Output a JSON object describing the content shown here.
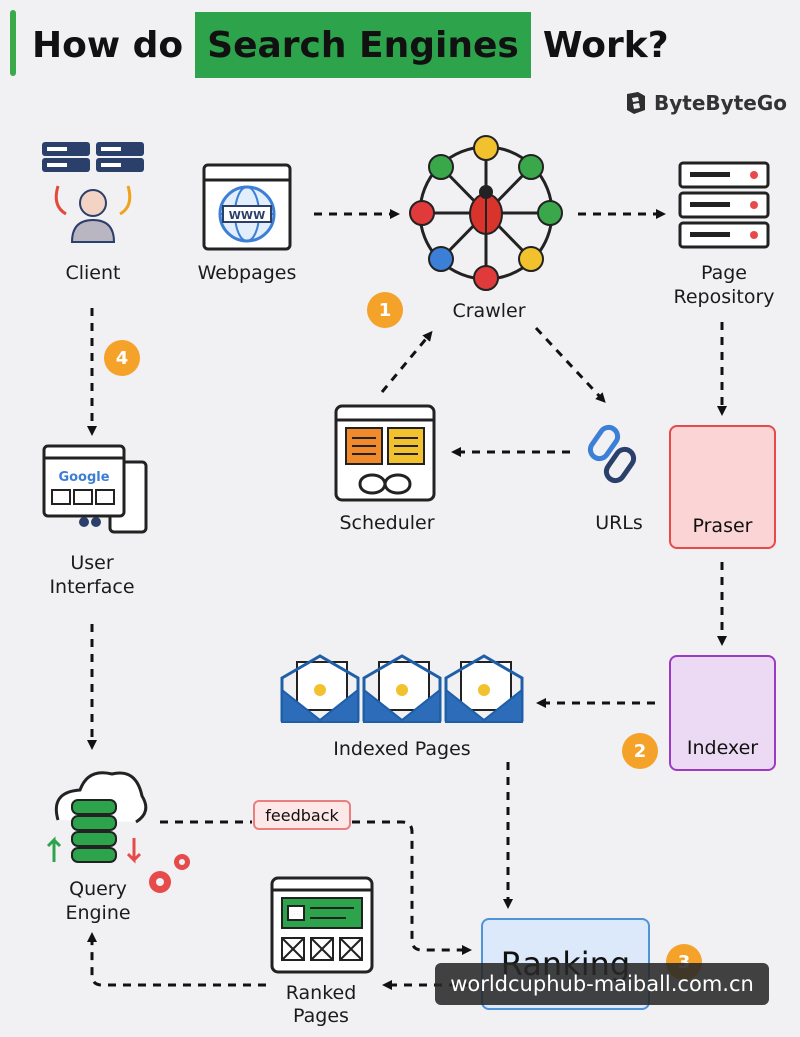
{
  "title": {
    "prefix": "How do",
    "highlight": "Search Engines",
    "suffix": "Work?"
  },
  "brand": {
    "name": "ByteByteGo"
  },
  "nodes": {
    "client": "Client",
    "webpages": "Webpages",
    "crawler": "Crawler",
    "page_repository_line1": "Page",
    "page_repository_line2": "Repository",
    "scheduler": "Scheduler",
    "urls": "URLs",
    "praser": "Praser",
    "user_interface_line1": "User",
    "user_interface_line2": "Interface",
    "indexed_pages": "Indexed Pages",
    "indexer": "Indexer",
    "query_engine_line1": "Query",
    "query_engine_line2": "Engine",
    "ranked_pages_line1": "Ranked",
    "ranked_pages_line2": "Pages",
    "ranking": "Ranking"
  },
  "icon_text": {
    "www": "WWW",
    "google": "Google"
  },
  "edge_labels": {
    "feedback": "feedback"
  },
  "steps": [
    "1",
    "2",
    "3",
    "4"
  ],
  "watermark": "worldcuphub-maiball.com.cn",
  "colors": {
    "highlight_green": "#2da34c",
    "badge_orange": "#f4a22a",
    "praser_border": "#e64a4a",
    "indexer_border": "#9b3bc3",
    "ranking_border": "#4f93d9",
    "icon_navy": "#2b3f6b"
  }
}
